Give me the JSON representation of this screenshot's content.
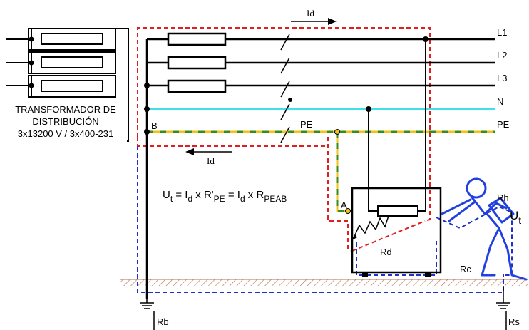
{
  "transformer": {
    "title_line1": "TRANSFORMADOR DE",
    "title_line2": "DISTRIBUCIÓN",
    "title_line3": "3x13200 V / 3x400-231"
  },
  "lines": {
    "l1": "L1",
    "l2": "L2",
    "l3": "L3",
    "n": "N",
    "pe": "PE",
    "pe_mid": "PE"
  },
  "currents": {
    "id_top": "Id",
    "id_bottom": "Id"
  },
  "points": {
    "a": "A",
    "b": "B"
  },
  "equation": {
    "U": "U",
    "t": "t",
    "eq1": " = I",
    "d1": "d",
    "x1": " x R'",
    "pe_sub": "PE",
    "eq2": " = I",
    "d2": "d",
    "x2": " x R",
    "peab_sub": "PEAB"
  },
  "resistances": {
    "rd": "Rd",
    "rh": "Rh",
    "rc": "Rc",
    "rb": "Rb",
    "rs": "Rs"
  },
  "touch_voltage": {
    "U": "U",
    "t": "t"
  },
  "colors": {
    "phase": "#000000",
    "neutral": "#3fe0e6",
    "pe_yellow": "#f2c21b",
    "pe_green": "#3a8a1e",
    "fault_loop": "#e02020",
    "return_loop": "#2030c8",
    "person": "#2040e0",
    "ground": "#b07050"
  }
}
